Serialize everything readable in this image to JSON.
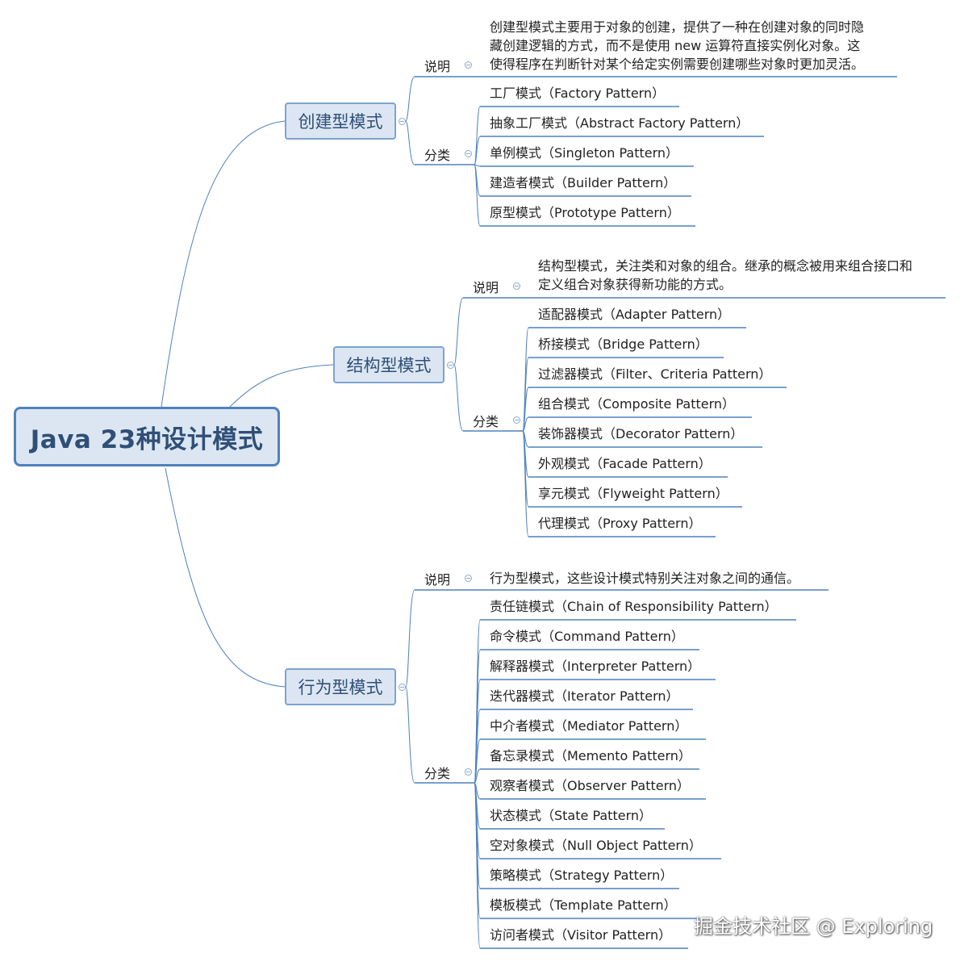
{
  "root": {
    "title": "Java 23种设计模式"
  },
  "branches": [
    {
      "title": "创建型模式",
      "desc_label": "说明",
      "desc_lines": [
        "创建型模式主要用于对象的创建，提供了一种在创建对象的同时隐",
        "藏创建逻辑的方式，而不是使用 new 运算符直接实例化对象。这",
        "使得程序在判断针对某个给定实例需要创建哪些对象时更加灵活。"
      ],
      "cat_label": "分类",
      "items": [
        "工厂模式（Factory Pattern）",
        "抽象工厂模式（Abstract Factory Pattern）",
        "单例模式（Singleton Pattern）",
        "建造者模式（Builder Pattern）",
        "原型模式（Prototype Pattern）"
      ]
    },
    {
      "title": "结构型模式",
      "desc_label": "说明",
      "desc_lines": [
        "结构型模式，关注类和对象的组合。继承的概念被用来组合接口和",
        "定义组合对象获得新功能的方式。"
      ],
      "cat_label": "分类",
      "items": [
        "适配器模式（Adapter Pattern）",
        "桥接模式（Bridge Pattern）",
        "过滤器模式（Filter、Criteria Pattern）",
        "组合模式（Composite Pattern）",
        "装饰器模式（Decorator Pattern）",
        "外观模式（Facade Pattern）",
        "享元模式（Flyweight Pattern）",
        "代理模式（Proxy Pattern）"
      ]
    },
    {
      "title": "行为型模式",
      "desc_label": "说明",
      "desc_lines": [
        "行为型模式，这些设计模式特别关注对象之间的通信。"
      ],
      "cat_label": "分类",
      "items": [
        "责任链模式（Chain of Responsibility Pattern）",
        "命令模式（Command Pattern）",
        "解释器模式（Interpreter Pattern）",
        "迭代器模式（Iterator Pattern）",
        "中介者模式（Mediator Pattern）",
        "备忘录模式（Memento Pattern）",
        "观察者模式（Observer Pattern）",
        "状态模式（State Pattern）",
        "空对象模式（Null Object Pattern）",
        "策略模式（Strategy Pattern）",
        "模板模式（Template Pattern）",
        "访问者模式（Visitor Pattern）"
      ]
    }
  ],
  "watermark": "掘金技术社区 @ Exploring",
  "colors": {
    "line": "#4f81bd",
    "node_fill": "#dce6f2",
    "node_border": "#7da3cf",
    "text": "#2f4f77"
  }
}
